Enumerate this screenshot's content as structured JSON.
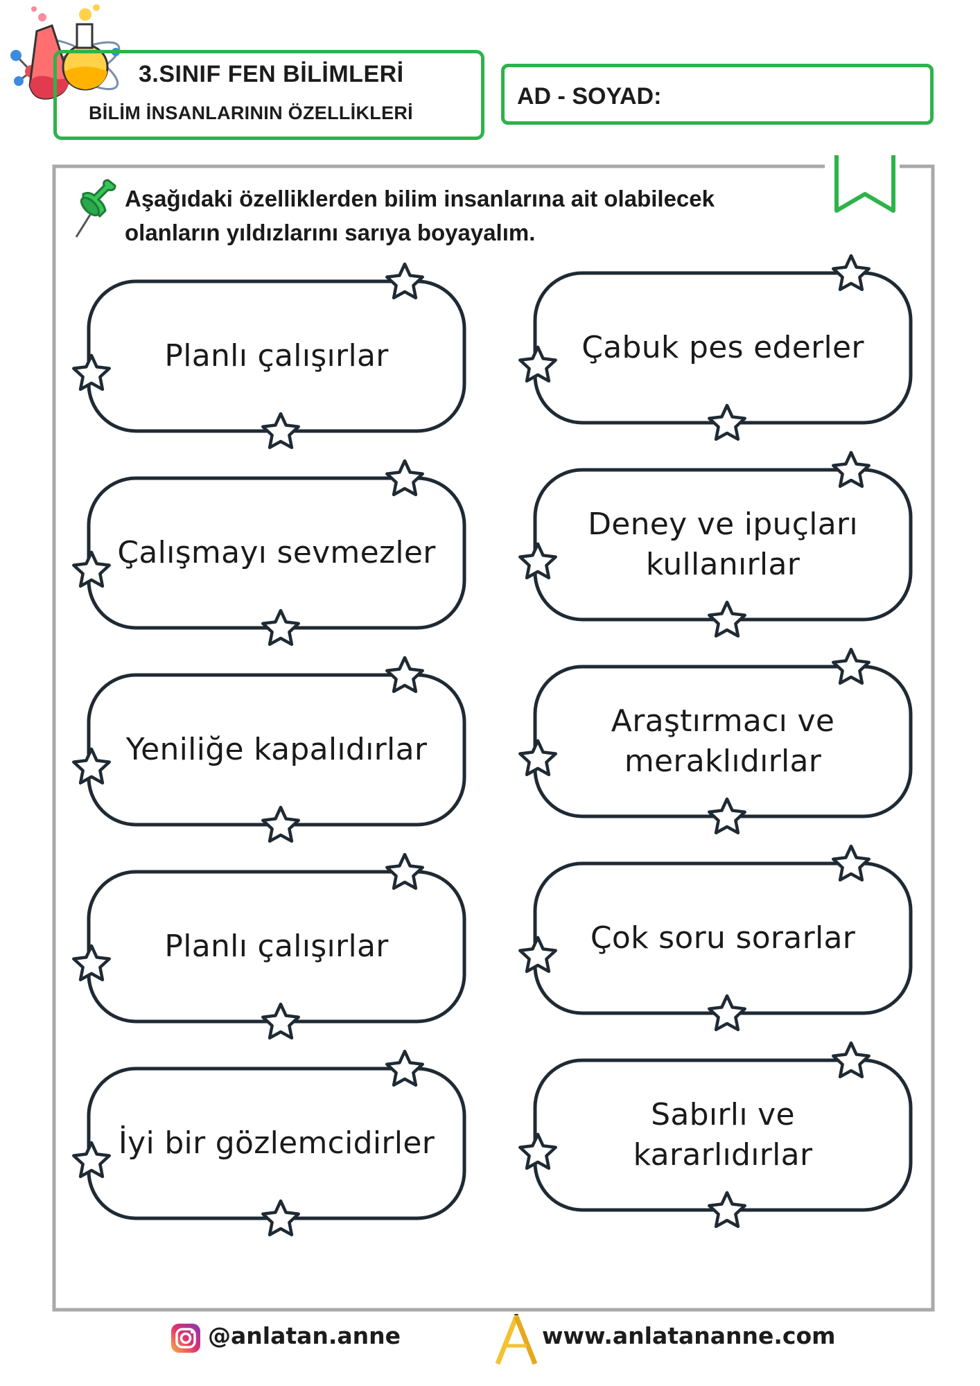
{
  "header": {
    "title_line1": "3.SINIF FEN BİLİMLERİ",
    "title_line2": "BİLİM İNSANLARININ ÖZELLİKLERİ",
    "name_label": "AD - SOYAD:"
  },
  "instruction": {
    "line1": "Aşağıdaki özelliklerden bilim insanlarına ait olabilecek",
    "line2": "olanların yıldızlarını sarıya boyayalım."
  },
  "cards": [
    {
      "text": "Planlı çalışırlar"
    },
    {
      "text": "Çabuk pes ederler"
    },
    {
      "text": "Çalışmayı sevmezler"
    },
    {
      "text": "Deney ve ipuçları kullanırlar"
    },
    {
      "text": "Yeniliğe kapalıdırlar"
    },
    {
      "text": "Araştırmacı ve meraklıdırlar"
    },
    {
      "text": "Planlı çalışırlar"
    },
    {
      "text": "Çok soru sorarlar"
    },
    {
      "text": "İyi bir gözlemcidirler"
    },
    {
      "text": "Sabırlı ve kararlıdırlar"
    }
  ],
  "footer": {
    "instagram": "@anlatan.anne",
    "website": "www.anlatananne.com"
  },
  "colors": {
    "accent_green": "#2db34a",
    "frame_gray": "#a9a9a9",
    "card_outline": "#1f2a33"
  },
  "icons": [
    "lab-flask-icon",
    "push-pin-icon",
    "bookmark-icon",
    "star-icon",
    "instagram-icon",
    "brand-a-logo"
  ]
}
